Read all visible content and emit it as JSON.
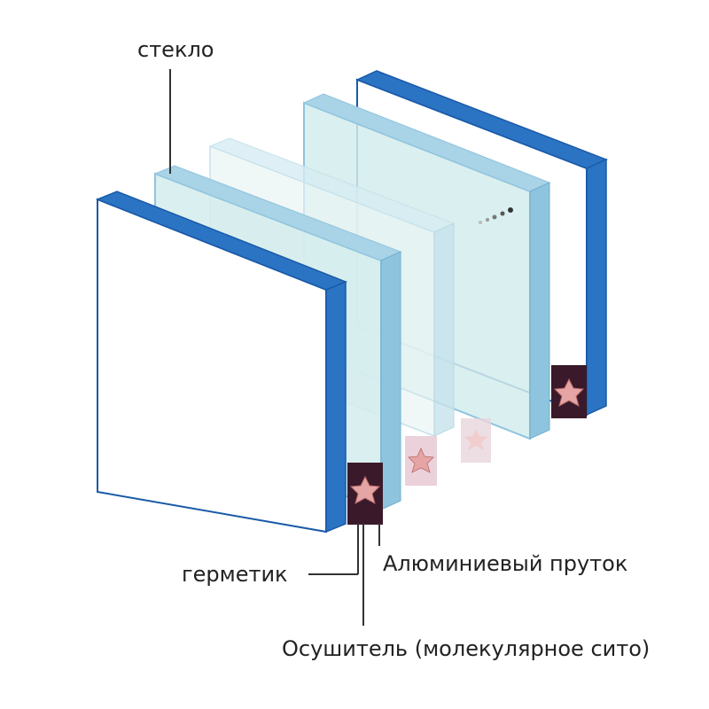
{
  "labels": {
    "glass": "стекло",
    "sealant": "герметик",
    "aluminum_bar": "Алюминиевый пруток",
    "desiccant": "Осушитель (молекулярное сито)"
  },
  "colors": {
    "frame_blue": "#2b74c4",
    "frame_blue_dark": "#1a5aa8",
    "glass_tint": "#d7ecec",
    "glass_edge": "#8fc4de",
    "desiccant_box": "#3a1a2a",
    "desiccant_star": "#e6a5a5",
    "leader_line": "#333333"
  }
}
